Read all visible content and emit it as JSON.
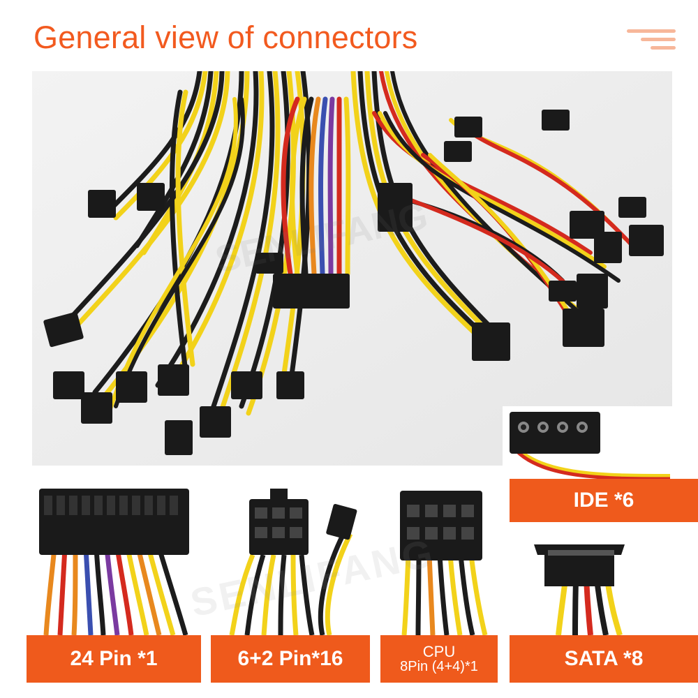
{
  "header": {
    "title": "General view of connectors",
    "menu_icon": "menu-icon"
  },
  "watermark": "SENLIFANG",
  "connectors": [
    {
      "id": "24pin",
      "label": "24 Pin *1"
    },
    {
      "id": "6plus2",
      "label": "6+2 Pin*16"
    },
    {
      "id": "cpu",
      "label_line1": "CPU",
      "label_line2": "8Pin (4+4)*1"
    },
    {
      "id": "ide",
      "label": "IDE *6"
    },
    {
      "id": "sata",
      "label": "SATA *8"
    }
  ],
  "colors": {
    "accent": "#ef5a1c",
    "title": "#f25a1f",
    "wire_yellow": "#f2d21a",
    "wire_black": "#1c1c1c",
    "wire_red": "#d42a1e",
    "connector": "#1a1a1a"
  }
}
